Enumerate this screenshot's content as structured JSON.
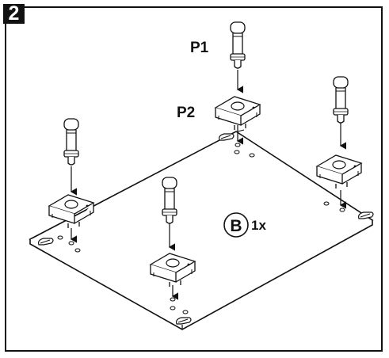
{
  "step": {
    "number": "2"
  },
  "labels": {
    "pin": "P1",
    "cam": "P2",
    "part_letter": "B",
    "quantity": "1x"
  },
  "colors": {
    "ink": "#111111",
    "paper": "#ffffff",
    "badge": "#111111"
  },
  "icons": [
    "dowel-pin-icon",
    "cam-lock-icon",
    "arrow-down-icon",
    "hole-icon"
  ]
}
